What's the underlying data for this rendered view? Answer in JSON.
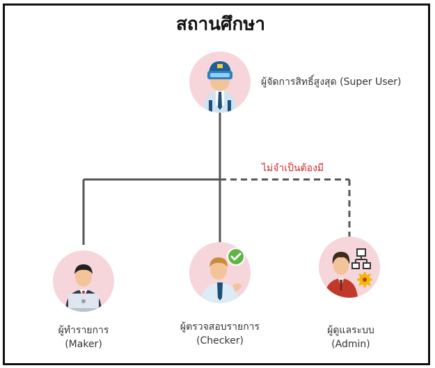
{
  "title": "สถานศึกษา",
  "super_user": {
    "label": "ผู้จัดการสิทธิ์สูงสุด (Super User)"
  },
  "optional_note": "ไม่จำเป็นต้องมี",
  "maker": {
    "label": "ผู้ทำรายการ",
    "role": "(Maker)"
  },
  "checker": {
    "label": "ผู้ตรวจสอบรายการ",
    "role": "(Checker)"
  },
  "admin": {
    "label": "ผู้ดูแลระบบ",
    "role": "(Admin)"
  },
  "icons": {
    "super_user": "vr-headset-user-icon",
    "maker": "laptop-user-icon",
    "checker": "approved-check-user-icon",
    "admin": "network-admin-icon"
  },
  "colors": {
    "frame": "#111111",
    "connector": "#555555",
    "optional_text": "#cc2b2b",
    "avatar_bg": "#f6d6da",
    "check_badge": "#5fb548"
  }
}
